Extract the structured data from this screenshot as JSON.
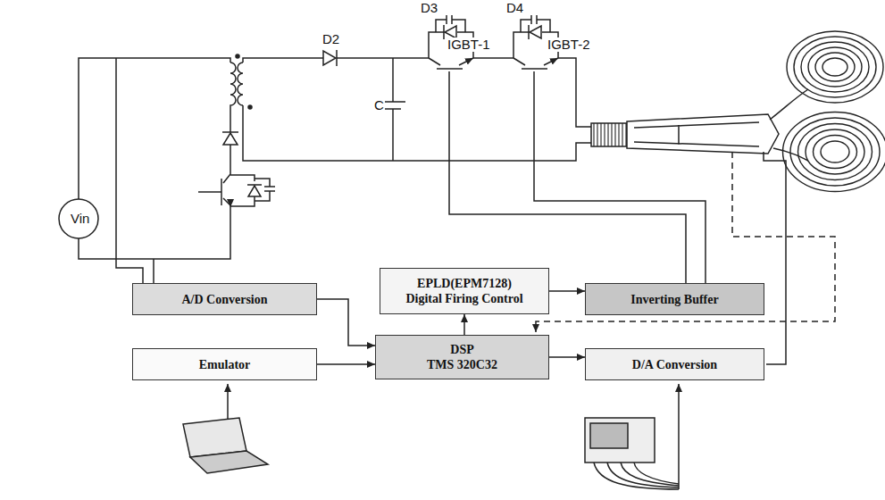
{
  "diagram": {
    "nodes": [
      {
        "text": [
          "A/D Conversion"
        ]
      },
      {
        "text": [
          "EPLD(EPM7128)",
          "Digital Firing Control"
        ]
      },
      {
        "text": [
          "Inverting Buffer"
        ]
      },
      {
        "text": [
          "Emulator"
        ]
      },
      {
        "text": [
          "DSP",
          "TMS 320C32"
        ]
      },
      {
        "text": [
          "D/A Conversion"
        ]
      }
    ],
    "edges": [
      {
        "from": 0,
        "to": 4,
        "arrow": "to"
      },
      {
        "from": 3,
        "to": 4,
        "arrow": "to"
      },
      {
        "from": 4,
        "to": 1,
        "arrow": "to"
      },
      {
        "from": 1,
        "to": 2,
        "arrow": "to"
      },
      {
        "from": 4,
        "to": 5,
        "arrow": "to"
      }
    ],
    "labels": [
      "Vin",
      "D2",
      "D3",
      "D4",
      "C",
      "IGBT-1",
      "IGBT-2"
    ]
  }
}
